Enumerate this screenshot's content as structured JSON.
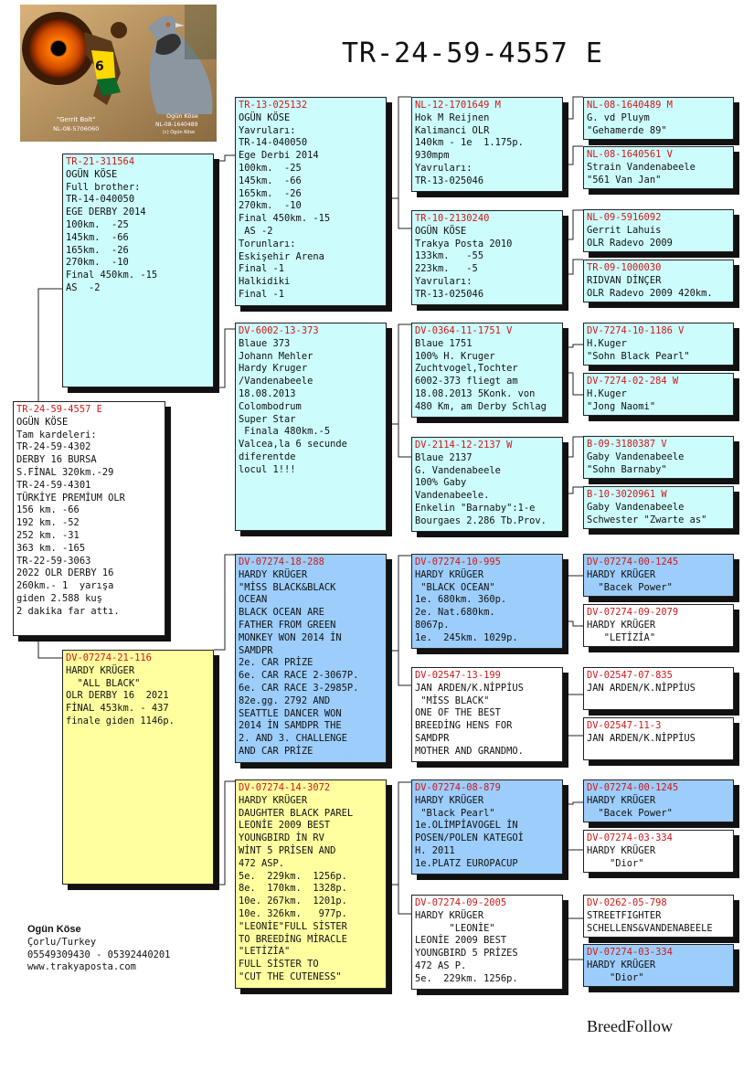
{
  "title": "TR-24-59-4557 E",
  "photo": {
    "caption_name": "\"Gerrit Bolt\"",
    "caption_ring": "NL-08-5706060",
    "caption_owner": "Ogün Köse",
    "caption_owner_ring": "NL-08-1640489",
    "caption_small": "(c) Ogün Köse",
    "bib_number": "6"
  },
  "pedigree": {
    "subject": {
      "ring": "TR-24-59-4557 E",
      "lines": [
        "OGÜN KÖSE",
        "Tam kardeleri:",
        "TR-24-59-4302",
        "DERBY 16 BURSA",
        "S.FİNAL 320km.-29",
        "TR-24-59-4301",
        "TÜRKİYE PREMİUM OLR",
        "156 km. -66",
        "192 km. -52",
        "252 km. -31",
        "363 km. -165",
        "TR-22-59-3063",
        "2022 OLR DERBY 16",
        "260km.- 1  yarışa",
        "giden 2.588 kuş",
        "2 dakika far attı."
      ]
    },
    "sire": {
      "ring": "TR-21-311564",
      "lines": [
        "OGÜN KÖSE",
        "Full brother:",
        "TR-14-040050",
        "EGE DERBY 2014",
        "100km.  -25",
        "145km.  -66",
        "165km.  -26",
        "270km.  -10",
        "Final 450km. -15",
        "AS  -2"
      ]
    },
    "dam": {
      "ring": "DV-07274-21-116",
      "lines": [
        "HARDY KRÜGER",
        "  \"ALL BLACK\"",
        "OLR DERBY 16  2021",
        "FİNAL 453km. - 437",
        "finale giden 1146p."
      ]
    },
    "ss": {
      "ring": "TR-13-025132",
      "lines": [
        "OGÜN KÖSE",
        "Yavruları:",
        "TR-14-040050",
        "Ege Derbi 2014",
        "100km.  -25",
        "145km.  -66",
        "165km.  -26",
        "270km.  -10",
        "Final 450km. -15",
        " AS -2",
        "Torunları:",
        "Eskişehir Arena",
        "Final -1",
        "Halkidiki",
        "Final -1"
      ]
    },
    "sd": {
      "ring": "DV-6002-13-373",
      "lines": [
        "Blaue 373",
        "Johann Mehler",
        "Hardy Kruger",
        "/Vandenabeele",
        "18.08.2013",
        "Colombodrum",
        "Super Star",
        " Finala 480km.-5",
        "Valcea,la 6 secunde",
        "diferentde",
        "locul 1!!!"
      ]
    },
    "ds": {
      "ring": "DV-07274-18-288",
      "lines": [
        "HARDY KRÜGER",
        "\"MİSS BLACK&BLACK",
        "OCEAN",
        "BLACK OCEAN ARE",
        "FATHER FROM GREEN",
        "MONKEY WON 2014 İN",
        "SAMDPR",
        "2e. CAR PRİZE",
        "6e. CAR RACE 2-3067P.",
        "6e. CAR RACE 3-2985P.",
        "82e.gg. 2792 AND",
        "SEATTLE DANCER WON",
        "2014 İN SAMDPR THE",
        "2. AND 3. CHALLENGE",
        "AND CAR PRİZE"
      ]
    },
    "dd": {
      "ring": "DV-07274-14-3072",
      "lines": [
        "HARDY KRÜGER",
        "DAUGHTER BLACK PAREL",
        "LEONİE 2009 BEST",
        "YOUNGBIRD İN RV",
        "WİNT 5 PRİSEN AND",
        "472 ASP.",
        "5e.  229km.  1256p.",
        "8e.  170km.  1328p.",
        "10e. 267km.  1201p.",
        "10e. 326km.   977p.",
        "\"LEONİE\"FULL SİSTER",
        "TO BREEDİNG MİRACLE",
        "\"LETİZİA\"",
        "FULL SİSTER TO",
        "\"CUT THE CUTENESS\""
      ]
    },
    "sss": {
      "ring": "NL-12-1701649 M",
      "lines": [
        "Hok M Reijnen",
        "Kalimanci OLR",
        "140km - 1e  1.175p.",
        "930mpm",
        "Yavruları:",
        "TR-13-025046"
      ]
    },
    "ssd": {
      "ring": "TR-10-2130240",
      "lines": [
        "OGÜN KÖSE",
        "Trakya Posta 2010",
        "133km.   -55",
        "223km.   -5",
        "Yavruları:",
        "TR-13-025046"
      ]
    },
    "sds": {
      "ring": "DV-0364-11-1751 V",
      "lines": [
        "Blaue 1751",
        "100% H. Kruger",
        "Zuchtvogel,Tochter",
        "6002-373 fliegt am",
        "18.08.2013 5Konk. von",
        "480 Km, am Derby Schlag"
      ]
    },
    "sdd": {
      "ring": "DV-2114-12-2137 W",
      "lines": [
        "Blaue 2137",
        "G. Vandenabeele",
        "100% Gaby",
        "Vandenabeele.",
        "Enkelin \"Barnaby\":1-e",
        "Bourgaes 2.286 Tb.Prov."
      ]
    },
    "dss": {
      "ring": "DV-07274-10-995",
      "lines": [
        "HARDY KRÜGER",
        " \"BLACK OCEAN\"",
        "1e. 680km. 360p.",
        "2e. Nat.680km.",
        "8067p.",
        "1e.  245km. 1029p."
      ]
    },
    "dsd": {
      "ring": "DV-02547-13-199",
      "lines": [
        "JAN ARDEN/K.NİPPİUS",
        " \"MİSS BLACK\"",
        "ONE OF THE BEST",
        "BREEDİNG HENS FOR",
        "SAMDPR",
        "MOTHER AND GRANDMO."
      ]
    },
    "dds": {
      "ring": "DV-07274-08-879",
      "lines": [
        "HARDY KRÜGER",
        " \"Black Pearl\"",
        "1e.OLİMPİAVOGEL İN",
        "POSEN/POLEN KATEGOİ",
        "H. 2011",
        "1e.PLATZ EUROPACUP"
      ]
    },
    "ddd": {
      "ring": "DV-07274-09-2005",
      "lines": [
        "HARDY KRÜGER",
        "      \"LEONİE\"",
        "LEONİE 2009 BEST",
        "YOUNGBIRD 5 PRİZES",
        "472 AS P.",
        "5e.  229km. 1256p."
      ]
    },
    "g1": {
      "ring": "NL-08-1640489 M",
      "lines": [
        "G. vd Pluym",
        "\"Gehamerde 89\""
      ]
    },
    "g2": {
      "ring": "NL-08-1640561 V",
      "lines": [
        "Strain Vandenabeele",
        "\"561 Van Jan\""
      ]
    },
    "g3": {
      "ring": "NL-09-5916092",
      "lines": [
        "Gerrit Lahuis",
        "OLR Radevo 2009"
      ]
    },
    "g4": {
      "ring": "TR-09-1000030",
      "lines": [
        "RIDVAN DİNÇER",
        "OLR Radevo 2009 420km."
      ]
    },
    "g5": {
      "ring": "DV-7274-10-1186 V",
      "lines": [
        "H.Kuger",
        "\"Sohn Black Pearl\""
      ]
    },
    "g6": {
      "ring": "DV-7274-02-284 W",
      "lines": [
        "H.Kuger",
        "\"Jong Naomi\""
      ]
    },
    "g7": {
      "ring": "B-09-3180387 V",
      "lines": [
        "Gaby Vandenabeele",
        "\"Sohn Barnaby\""
      ]
    },
    "g8": {
      "ring": "B-10-3020961 W",
      "lines": [
        "Gaby Vandenabeele",
        "Schwester \"Zwarte as\""
      ]
    },
    "g9": {
      "ring": "DV-07274-00-1245",
      "lines": [
        "HARDY KRÜGER",
        "  \"Bacek Power\""
      ]
    },
    "g10": {
      "ring": "DV-07274-09-2079",
      "lines": [
        "HARDY KRÜGER",
        "   \"LETİZİA\""
      ]
    },
    "g11": {
      "ring": "DV-02547-07-835",
      "lines": [
        "JAN ARDEN/K.NİPPİUS"
      ]
    },
    "g12": {
      "ring": "DV-02547-11-3",
      "lines": [
        "JAN ARDEN/K.NİPPİUS"
      ]
    },
    "g13": {
      "ring": "DV-07274-00-1245",
      "lines": [
        "HARDY KRÜGER",
        "  \"Bacek Power\""
      ]
    },
    "g14": {
      "ring": "DV-07274-03-334",
      "lines": [
        "HARDY KRÜGER",
        "    \"Dior\""
      ]
    },
    "g15": {
      "ring": "DV-0262-05-798",
      "lines": [
        "STREETFIGHTER",
        "SCHELLENS&VANDENABEELE"
      ]
    },
    "g16": {
      "ring": "DV-07274-03-334",
      "lines": [
        "HARDY KRÜGER",
        "    \"Dior\""
      ]
    }
  },
  "contact": {
    "name": "Ogün Köse",
    "city": "Çorlu/Turkey",
    "phones": "05549309430 - 05392440201",
    "website": "www.trakyaposta.com"
  },
  "brand": "BreedFollow",
  "colors": {
    "cyan": "#ccfcfc",
    "blue": "#9ccdfb",
    "yellow": "#ffffa0",
    "white": "#ffffff",
    "ring_red": "#d01818"
  }
}
